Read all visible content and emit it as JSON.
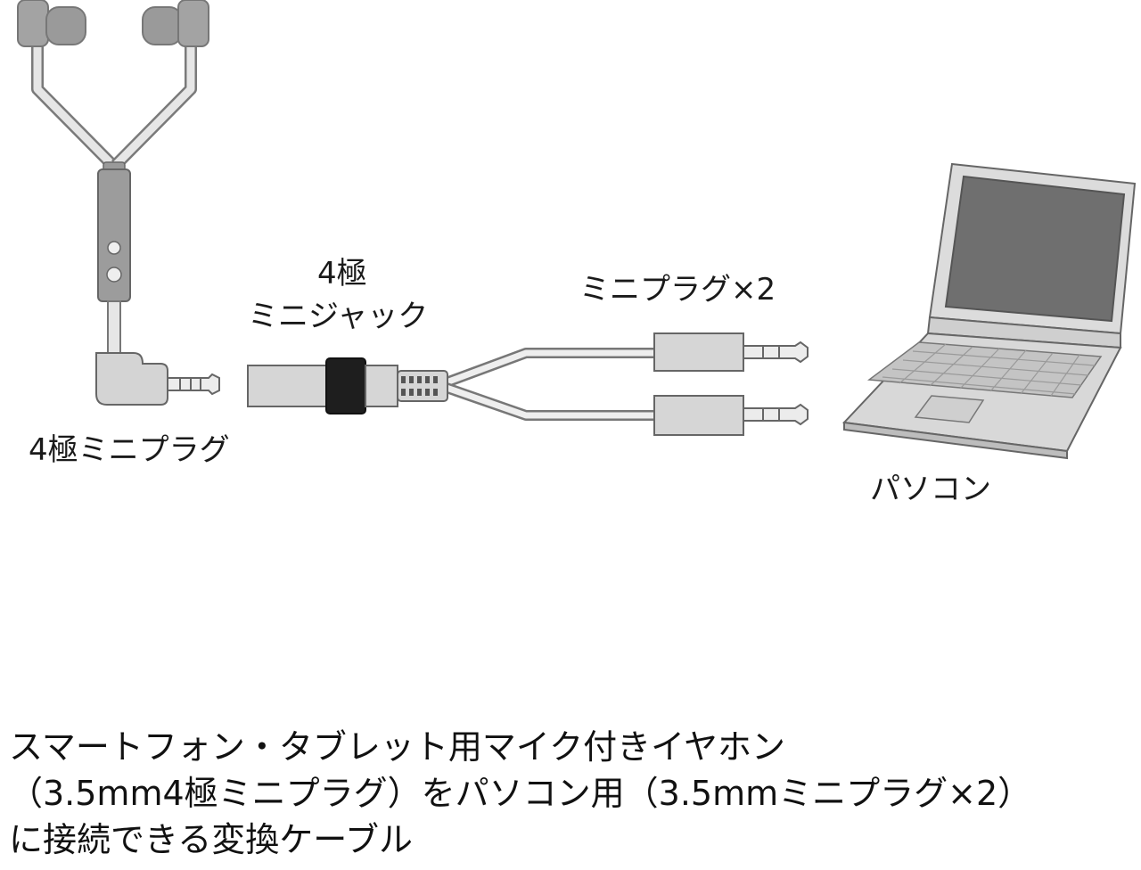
{
  "labels": {
    "jack_line1": "4極",
    "jack_line2": "ミニジャック",
    "plugs_x2": "ミニプラグ×2",
    "earphone_plug": "4極ミニプラグ",
    "pc": "パソコン"
  },
  "caption": {
    "line1": "スマートフォン・タブレット用マイク付きイヤホン",
    "line2": "（3.5mm4極ミニプラグ）をパソコン用（3.5mmミニプラグ×2）",
    "line3": "に接続できる変換ケーブル"
  },
  "colors": {
    "device_gray": "#9a9a9a",
    "light_gray": "#d6d6d6",
    "outline": "#555555",
    "jack_band": "#1e1e1e",
    "screen": "#6f6f6f"
  },
  "icons": [
    "earphone-icon",
    "adapter-cable-icon",
    "laptop-icon"
  ]
}
